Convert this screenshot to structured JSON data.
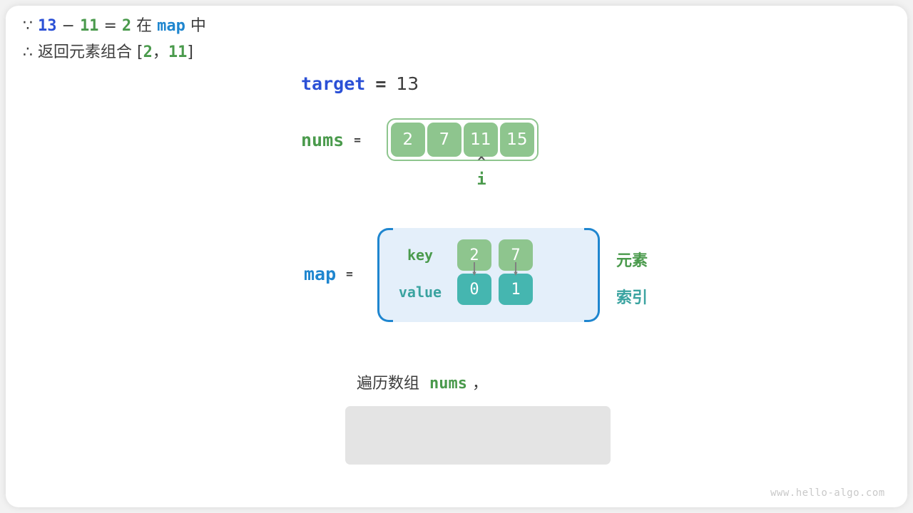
{
  "diagram": {
    "title_watermark": "www.hello-algo.com",
    "target": {
      "label": "target",
      "equals": "=",
      "value": "13"
    },
    "nums": {
      "label": "nums",
      "equals": "=",
      "values": [
        "2",
        "7",
        "11",
        "15"
      ],
      "pointer": {
        "caret": "^",
        "label": "i",
        "index": 2
      }
    },
    "map": {
      "label": "map",
      "equals": "=",
      "key_row_label": "key",
      "value_row_label": "value",
      "entries": [
        {
          "key": "2",
          "value": "0"
        },
        {
          "key": "7",
          "value": "1"
        }
      ]
    },
    "legend": {
      "element": "元素",
      "index": "索引"
    },
    "description": {
      "prefix": "遍历数组",
      "code": "nums",
      "suffix": "，"
    },
    "note": {
      "line1": {
        "symbol": "∵",
        "a": "13",
        "minus": "−",
        "b": "11",
        "eq": "=",
        "c": "2",
        "mid": "在",
        "map": "map",
        "tail": "中"
      },
      "line2": {
        "symbol": "∴",
        "text": "返回元素组合",
        "open": "[",
        "a": "2",
        "comma": "，",
        "b": "11",
        "close": "]"
      }
    },
    "colors": {
      "target_blue": "#2b50d6",
      "map_blue": "#1f86cf",
      "nums_green": "#4a9a4c",
      "cell_green": "#8ec58e",
      "cell_teal": "#45b6b0",
      "map_bg": "#e4effa",
      "note_bg": "#e4e4e4",
      "text_dark": "#3c3c3c"
    }
  }
}
